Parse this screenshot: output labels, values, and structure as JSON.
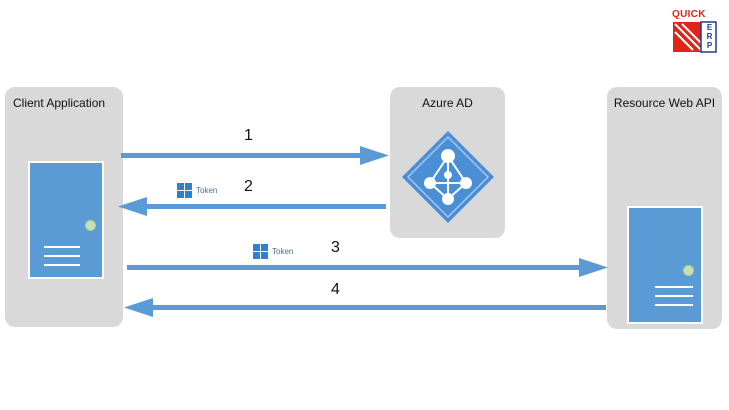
{
  "logo": {
    "word_top": "QUICK",
    "word_side": "ERP",
    "colors": {
      "red": "#e2231a",
      "navy": "#1f3c88"
    }
  },
  "panels": {
    "client": {
      "title": "Client Application"
    },
    "azure": {
      "title": "Azure AD"
    },
    "resource": {
      "title": "Resource Web API"
    }
  },
  "steps": [
    {
      "number": "1",
      "direction": "client-to-azure"
    },
    {
      "number": "2",
      "direction": "azure-to-client",
      "token_label": "Token"
    },
    {
      "number": "3",
      "direction": "client-to-resource",
      "token_label": "Token"
    },
    {
      "number": "4",
      "direction": "resource-to-client"
    }
  ],
  "colors": {
    "arrow": "#5b9bd5",
    "panel": "#d9d9d9",
    "server": "#5b9bd5",
    "azure_diamond": "#4a8fd6",
    "token_icon": "#2f7fd3"
  },
  "icons": {
    "azure": "azure-ad-diamond-icon",
    "server": "server-icon",
    "token": "windows-logo-icon"
  }
}
